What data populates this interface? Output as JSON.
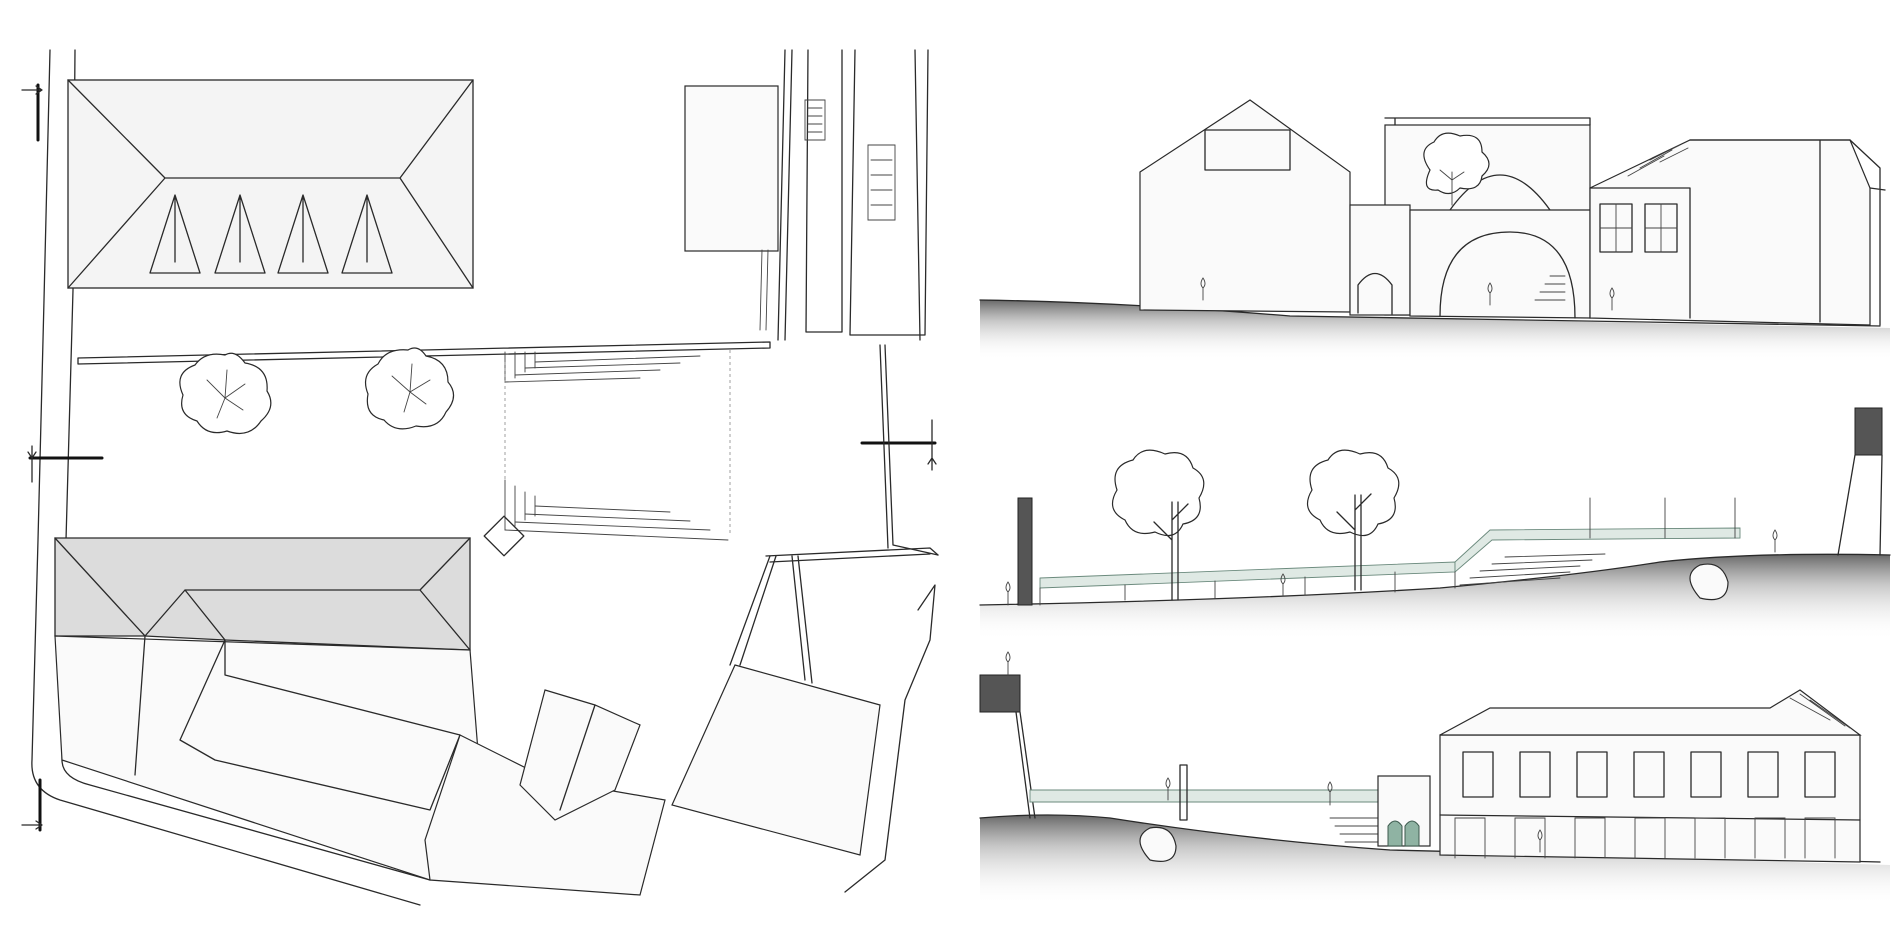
{
  "drawing": {
    "views": [
      "site-plan",
      "section-a",
      "section-b",
      "section-c"
    ]
  },
  "colors": {
    "ink": "#2a2a2a",
    "roof_grey": "#dcdcdc",
    "glass_green": "#8fb3a3",
    "ground_shadow": "#6e6e6e"
  },
  "icons": [
    "section-marker-icon",
    "tree-icon",
    "person-icon"
  ]
}
